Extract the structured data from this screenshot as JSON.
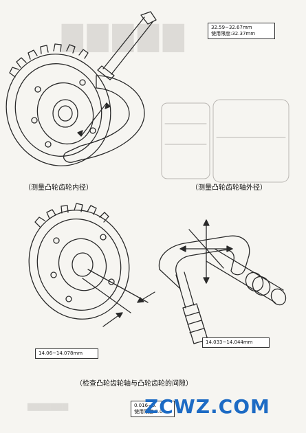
{
  "specs": {
    "top_line1": "32.59~32.67mm",
    "top_line2": "使用限度:32.37mm",
    "left": "14.06~14.078mm",
    "right": "14.033~14.044mm",
    "bottom_line1": "0.016~0.",
    "bottom_line2": "使用限度:0.0"
  },
  "captions": {
    "top_left": "（测量凸轮齿轮内径）",
    "top_right": "（测量凸轮齿轮轴外径）",
    "bottom_center": "（检查凸轮齿轮轴与凸轮齿轮的间隙）"
  },
  "watermark": {
    "text": "ZCWZ.COM"
  }
}
